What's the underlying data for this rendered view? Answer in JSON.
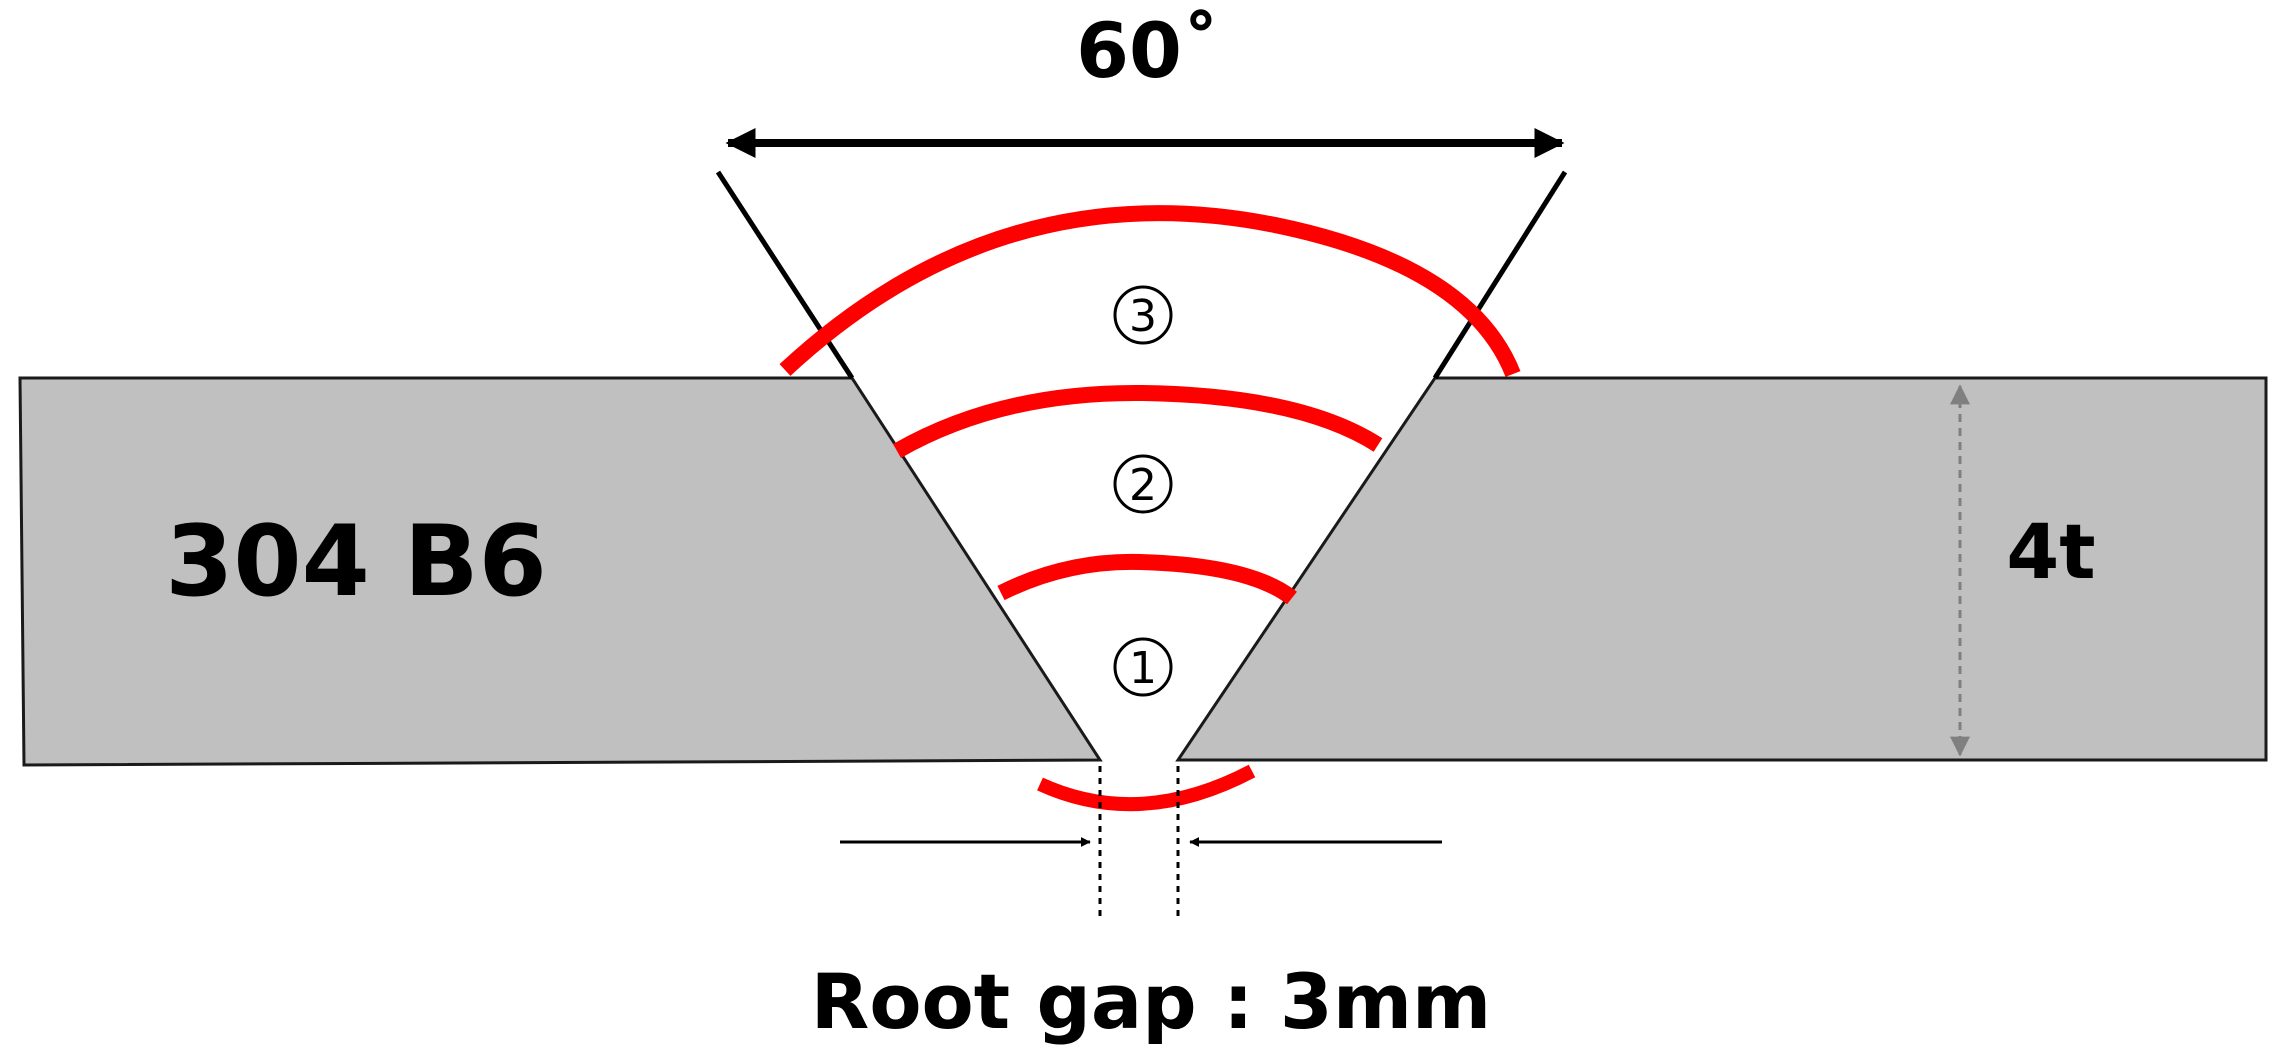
{
  "diagram": {
    "angle_label": "60˚",
    "material_label": "304 B6",
    "thickness_label": "4t",
    "root_gap_label": "Root gap : 3mm",
    "passes": [
      "③",
      "②",
      "①"
    ],
    "colors": {
      "plate_fill": "#c0c0c0",
      "plate_stroke": "#1a1a1a",
      "bead": "#ff0000",
      "dimension_gray": "#808080",
      "line": "#000000"
    }
  }
}
